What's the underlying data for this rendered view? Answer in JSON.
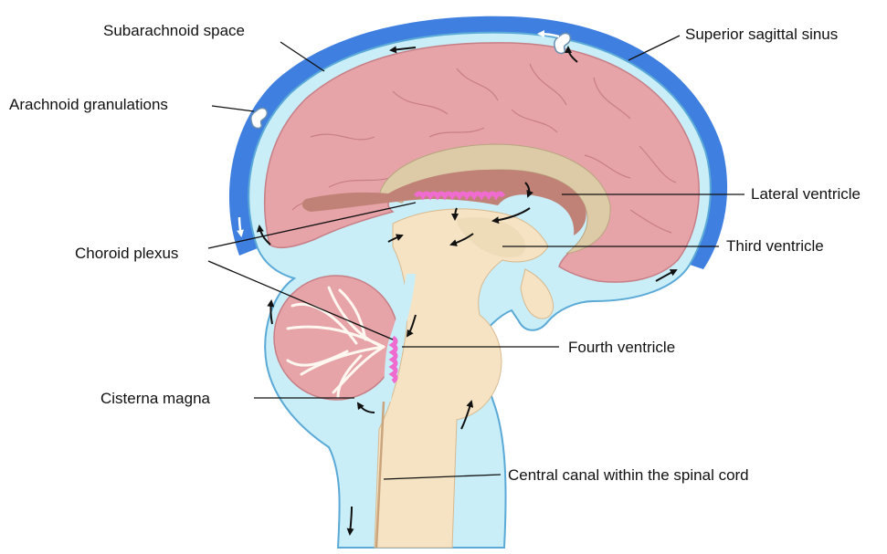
{
  "labels": {
    "subarachnoid_space": "Subarachnoid space",
    "superior_sagittal_sinus": "Superior sagittal sinus",
    "arachnoid_granulations": "Arachnoid granulations",
    "lateral_ventricle": "Lateral ventricle",
    "choroid_plexus": "Choroid plexus",
    "third_ventricle": "Third ventricle",
    "fourth_ventricle": "Fourth ventricle",
    "cisterna_magna": "Cisterna magna",
    "central_canal": "Central canal within the spinal cord"
  },
  "colors": {
    "sinus": "#3f7fe0",
    "csf": "#c9eef8",
    "membrane": "#5aa9d6",
    "cortex": "#e6a3a8",
    "cortex_line": "#c77f86",
    "brainstem": "#f6e3c4",
    "corpus_callosum": "#dccba6",
    "ventricle": "#c08276",
    "choroid": "#f06bd0",
    "arrow": "#111111"
  }
}
